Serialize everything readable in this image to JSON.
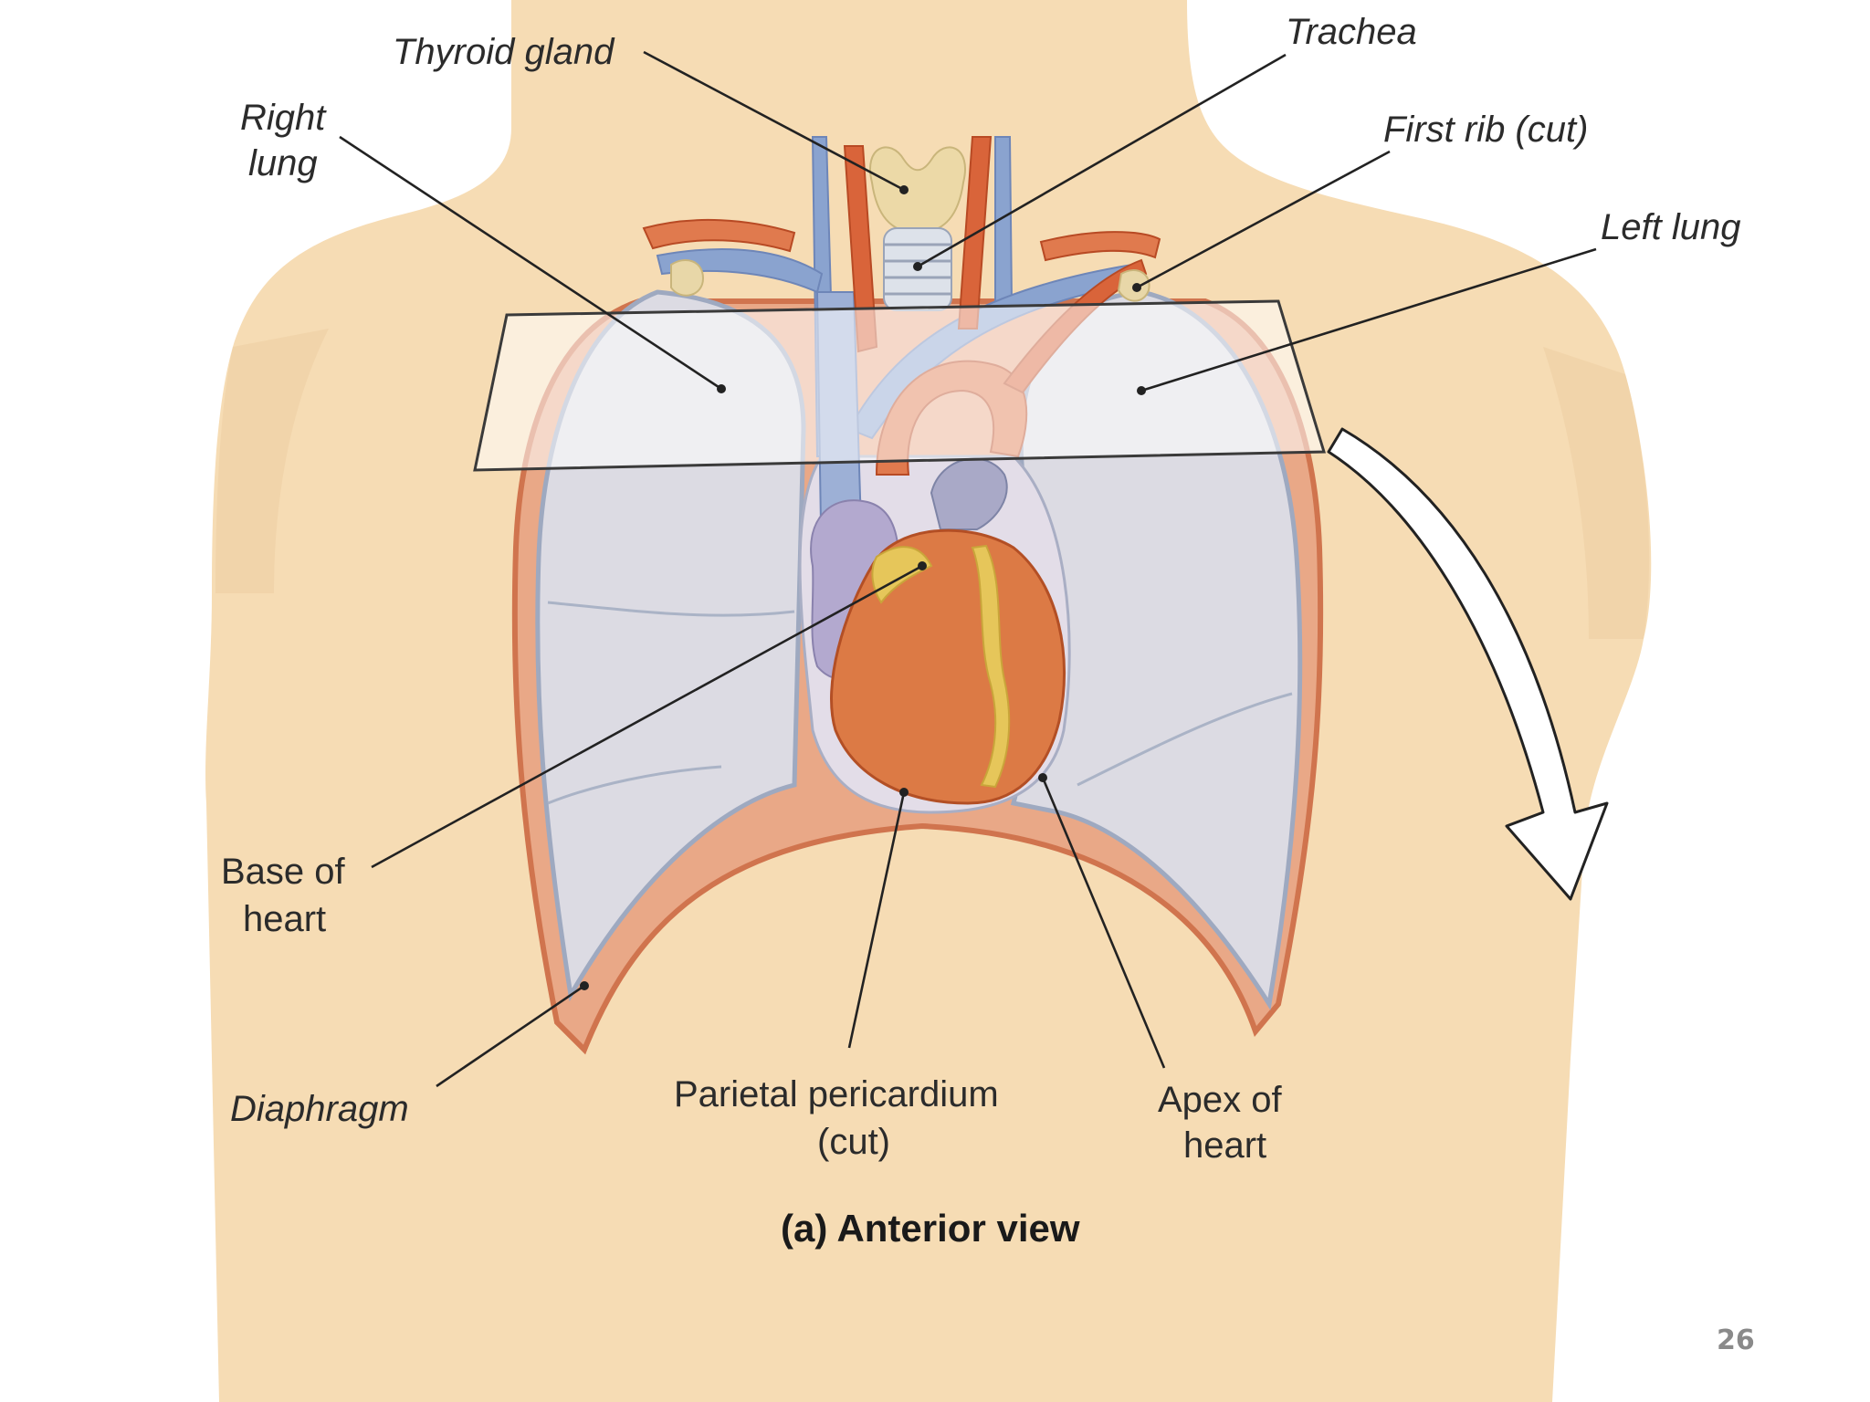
{
  "labels": {
    "thyroid_gland": "Thyroid gland",
    "trachea": "Trachea",
    "right_lung_1": "Right",
    "right_lung_2": "lung",
    "first_rib": "First rib (cut)",
    "left_lung": "Left lung",
    "base_of_heart_1": "Base of",
    "base_of_heart_2": "heart",
    "diaphragm": "Diaphragm",
    "parietal_pericardium_1": "Parietal pericardium",
    "parietal_pericardium_2": "(cut)",
    "apex_of_heart_1": "Apex of",
    "apex_of_heart_2": "heart"
  },
  "caption": "(a) Anterior view",
  "page_number": "26",
  "colors": {
    "skin": "#f6dcb4",
    "skin_shadow": "#e9c497",
    "lung": "#dcdbe3",
    "lung_edge": "#9ea9c0",
    "vein_blue": "#8aa3cf",
    "artery_red": "#d9643a",
    "heart": "#dc7a45",
    "fat_yellow": "#e6c65a",
    "rib_orange": "#e07a4e"
  }
}
